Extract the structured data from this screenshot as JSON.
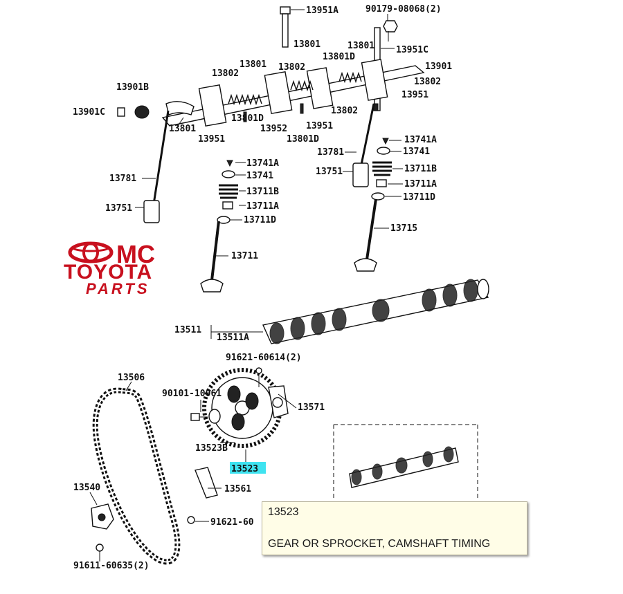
{
  "logo": {
    "line1": "MC",
    "line2": "TOYOTA",
    "line3": "PARTS",
    "color": "#c8101e"
  },
  "labels": {
    "p13951A": "13951A",
    "p90179": "90179-08068(2)",
    "p13801_a": "13801",
    "p13801_b": "13801",
    "p13801_c": "13801",
    "p13801_d": "13801",
    "p13951C": "13951C",
    "p13802_a": "13802",
    "p13802_b": "13802",
    "p13802_c": "13802",
    "p13802_d": "13802",
    "p13801D_a": "13801D",
    "p13801D_b": "13801D",
    "p13801D_c": "13801D",
    "p13901": "13901",
    "p13901B": "13901B",
    "p13901C": "13901C",
    "p13951_a": "13951",
    "p13951_b": "13951",
    "p13951_c": "13951",
    "p13952": "13952",
    "p13781_a": "13781",
    "p13781_b": "13781",
    "p13751_a": "13751",
    "p13751_b": "13751",
    "p13741A_a": "13741A",
    "p13741A_b": "13741A",
    "p13741_a": "13741",
    "p13741_b": "13741",
    "p13711B_a": "13711B",
    "p13711B_b": "13711B",
    "p13711A_a": "13711A",
    "p13711A_b": "13711A",
    "p13711D_a": "13711D",
    "p13711D_b": "13711D",
    "p13711": "13711",
    "p13715": "13715",
    "p13511": "13511",
    "p13511A": "13511A",
    "p91621_60614": "91621-60614(2)",
    "p13506": "13506",
    "p90101": "90101-10061",
    "p13571": "13571",
    "p13523B": "13523B",
    "p13523": "13523",
    "p13540": "13540",
    "p13561": "13561",
    "p91621_60": "91621-60",
    "p91611": "91611-60635(2)"
  },
  "tooltip": {
    "code": "13523",
    "description": "GEAR OR SPROCKET, CAMSHAFT TIMING"
  }
}
